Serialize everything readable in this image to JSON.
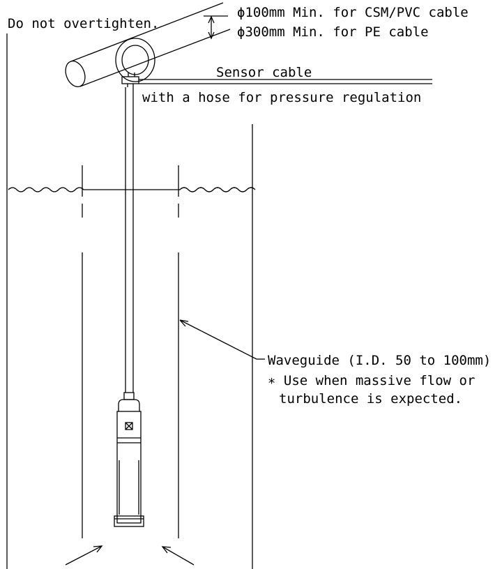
{
  "labels": {
    "warning": "Do not overtighten.",
    "bend_line1": "ϕ100mm Min. for CSM/PVC cable",
    "bend_line2": "ϕ300mm Min. for PE cable",
    "sensor_cable": "Sensor cable",
    "hose": "with a hose for pressure regulation",
    "waveguide": "Waveguide (I.D. 50 to 100mm)",
    "note_line1": "∗ Use when massive flow or",
    "note_line2": "turbulence is expected."
  },
  "colors": {
    "line": "#000000",
    "background": "#ffffff"
  }
}
